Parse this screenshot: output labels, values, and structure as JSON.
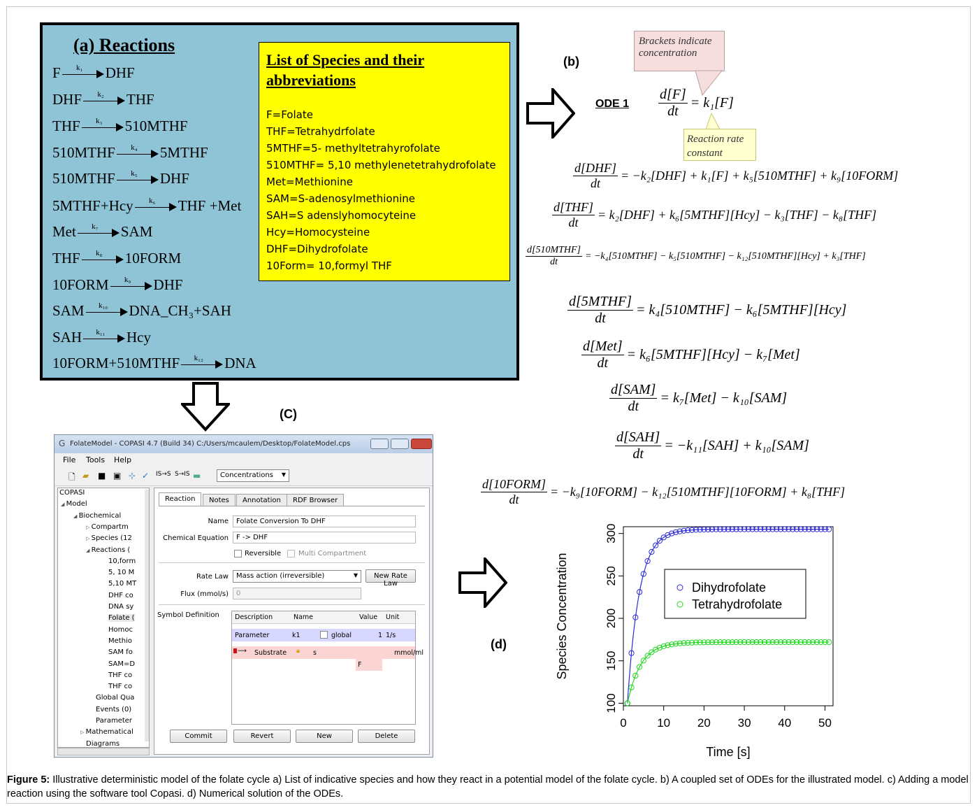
{
  "panel_a": {
    "title": "(a) Reactions",
    "reactions": [
      {
        "lhs": "F",
        "k": "k₁",
        "rhs": "DHF"
      },
      {
        "lhs": "DHF",
        "k": "k₂",
        "rhs": "THF"
      },
      {
        "lhs": "THF",
        "k": "k₃",
        "rhs": "510MTHF"
      },
      {
        "lhs": "510MTHF",
        "k": "k₄",
        "rhs": "5MTHF"
      },
      {
        "lhs": "510MTHF",
        "k": "k₅",
        "rhs": "DHF"
      },
      {
        "lhs": "5MTHF+Hcy",
        "k": "k₆",
        "rhs": "THF +Met"
      },
      {
        "lhs": "Met",
        "k": "k₇",
        "rhs": "SAM"
      },
      {
        "lhs": "THF",
        "k": "k₈",
        "rhs": "10FORM"
      },
      {
        "lhs": "10FORM",
        "k": "k₉",
        "rhs": "DHF"
      },
      {
        "lhs": "SAM",
        "k": "k₁₀",
        "rhs": "DNA_CH₃+SAH"
      },
      {
        "lhs": "SAH",
        "k": "k₁₁",
        "rhs": "Hcy"
      },
      {
        "lhs": "10FORM+510MTHF",
        "k": "k₁₂",
        "rhs": "DNA"
      }
    ],
    "species_title": "List of Species and their abbreviations",
    "species": [
      "F=Folate",
      "THF=Tetrahydrfolate",
      "5MTHF=5- methyltetrahyrofolate",
      "510MTHF= 5,10 methylenetetrahydrofolate",
      "Met=Methionine",
      "SAM=S-adenosylmethionine",
      "SAH=S adenslyhomocyteine",
      "Hcy=Homocysteine",
      "DHF=Dihydrofolate",
      "10Form= 10,formyl THF"
    ]
  },
  "panel_b": {
    "label": "(b)",
    "callout_brackets": "Brackets indicate concentration",
    "callout_rate": "Reaction rate constant",
    "ode1_label": "ODE 1",
    "equations": [
      {
        "num": "d[F]",
        "den": "dt",
        "rhs": "= k₁[F]"
      },
      {
        "num": "d[DHF]",
        "den": "dt",
        "rhs": "= −k₂[DHF] + k₁[F] + k₅[510MTHF] + k₉[10FORM]"
      },
      {
        "num": "d[THF]",
        "den": "dt",
        "rhs": "= k₂[DHF] + k₆[5MTHF][Hcy] − k₃[THF] − k₈[THF]"
      },
      {
        "num": "d[510MTHF]",
        "den": "dt",
        "rhs": "= −k₄[510MTHF] − k₅[510MTHF] − k₁₂[510MTHF][Hcy] + k₃[THF]"
      },
      {
        "num": "d[5MTHF]",
        "den": "dt",
        "rhs": "= k₄[510MTHF] − k₆[5MTHF][Hcy]"
      },
      {
        "num": "d[Met]",
        "den": "dt",
        "rhs": "= k₆[5MTHF][Hcy] − k₇[Met]"
      },
      {
        "num": "d[SAM]",
        "den": "dt",
        "rhs": "= k₇[Met] − k₁₀[SAM]"
      },
      {
        "num": "d[SAH]",
        "den": "dt",
        "rhs": "= −k₁₁[SAH] + k₁₀[SAM]"
      },
      {
        "num": "d[10FORM]",
        "den": "dt",
        "rhs": "= −k₉[10FORM] − k₁₂[510MTHF][10FORM] + k₈[THF]"
      }
    ]
  },
  "panel_c": {
    "label": "(C)",
    "window_title": "FolateModel - COPASI 4.7 (Build 34) C:/Users/mcaulem/Desktop/FolateModel.cps",
    "menu": [
      "File",
      "Tools",
      "Help"
    ],
    "concentrations": "Concentrations",
    "tree": [
      "COPASI",
      "Model",
      "Biochemical",
      "Compartm",
      "Species (12",
      "Reactions (",
      "10,form",
      "5, 10 M",
      "5,10 MT",
      "DHF co",
      "DNA sy",
      "Folate (",
      "Homoc",
      "Methio",
      "SAM fo",
      "SAM=D",
      "THF co",
      "THF co",
      "Global Qua",
      "Events (0)",
      "Parameter",
      "Mathematical",
      "Diagrams"
    ],
    "tabs": [
      "Reaction",
      "Notes",
      "Annotation",
      "RDF Browser"
    ],
    "name_label": "Name",
    "name_value": "Folate Conversion To DHF",
    "equation_label": "Chemical Equation",
    "equation_value": "F -> DHF",
    "reversible": "Reversible",
    "multi_compartment": "Multi Compartment",
    "rate_law_label": "Rate Law",
    "rate_law_value": "Mass action (irreversible)",
    "new_rate_law": "New Rate Law",
    "flux_label": "Flux (mmol/s)",
    "flux_value": "0",
    "symbol_definition": "Symbol Definition",
    "columns": [
      "Description",
      "Name",
      "Value",
      "Unit"
    ],
    "param_row": {
      "desc": "Parameter",
      "name": "k1",
      "global": "global",
      "value": "1",
      "unit": "1/s"
    },
    "substrate_row": {
      "desc": "Substrate",
      "name": "s",
      "unit": "mmol/ml",
      "value": "F"
    },
    "buttons": [
      "Commit",
      "Revert",
      "New",
      "Delete"
    ]
  },
  "panel_d": {
    "label": "(d)"
  },
  "chart_data": {
    "type": "line",
    "xlabel": "Time [s]",
    "ylabel": "Species Concentration",
    "xlim": [
      0,
      52
    ],
    "ylim": [
      97,
      308
    ],
    "xticks": [
      0,
      10,
      20,
      30,
      40,
      50
    ],
    "yticks": [
      100,
      150,
      200,
      250,
      300
    ],
    "legend_position": "upper-center",
    "series": [
      {
        "name": "Dihydrofolate",
        "color": "#2b2bd6",
        "y0": 100,
        "yinf": 305,
        "k": 0.34
      },
      {
        "name": "Tetrahydrofolate",
        "color": "#22d622",
        "y0": 100,
        "yinf": 172,
        "k": 0.3
      }
    ],
    "x_points": [
      1,
      2,
      3,
      4,
      5,
      6,
      7,
      8,
      9,
      10,
      11,
      12,
      13,
      14,
      15,
      16,
      17,
      18,
      19,
      20,
      21,
      22,
      23,
      24,
      25,
      26,
      27,
      28,
      29,
      30,
      31,
      32,
      33,
      34,
      35,
      36,
      37,
      38,
      39,
      40,
      41,
      42,
      43,
      44,
      45,
      46,
      47,
      48,
      49,
      50,
      51
    ]
  },
  "caption": {
    "bold": "Figure 5:",
    "text": " Illustrative deterministic model of the folate cycle a) List of indicative species and how they react in a potential model of the folate cycle.  b) A coupled set of ODEs for the illustrated model. c) Adding a model reaction using the software tool Copasi. d) Numerical solution of the ODEs."
  }
}
